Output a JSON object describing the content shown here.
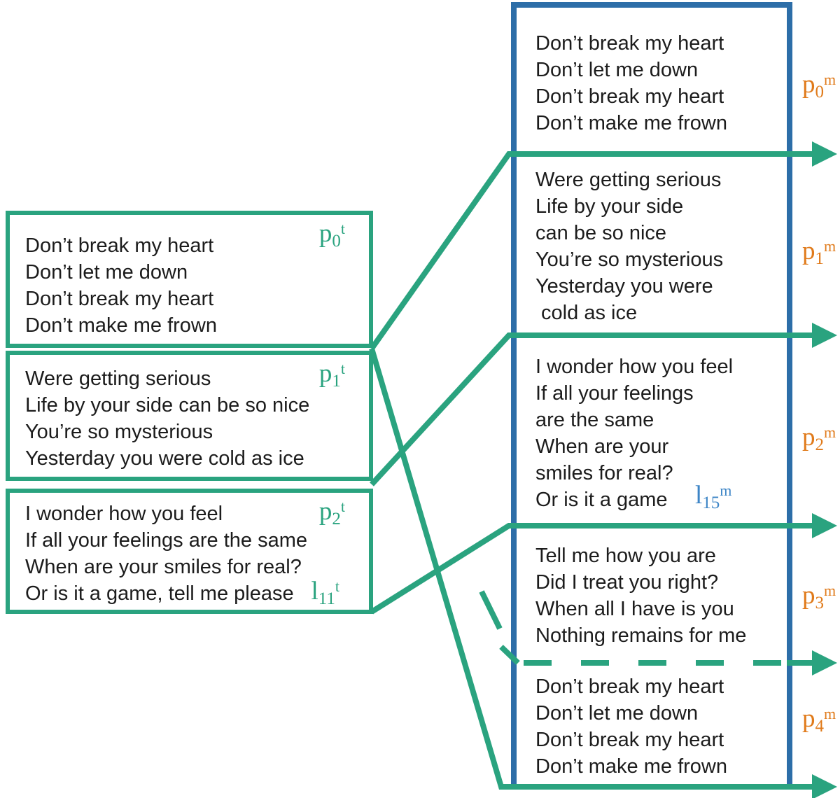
{
  "colors": {
    "connector_green": "#2aa37f",
    "music_box_blue": "#2d6ea8",
    "music_label_orange": "#e07a1a",
    "line_label_blue": "#3d85c6",
    "lyric_text": "#1c1c1c"
  },
  "source_text": {
    "paragraphs": [
      {
        "label": {
          "base": "p",
          "sub": "0",
          "sup": "t"
        },
        "lines": [
          "Don’t break my heart",
          "Don’t let me down",
          "Don’t break my heart",
          "Don’t make me frown"
        ]
      },
      {
        "label": {
          "base": "p",
          "sub": "1",
          "sup": "t"
        },
        "lines": [
          "Were getting serious",
          "Life by your side can be so nice",
          "You’re so mysterious",
          "Yesterday you were cold as ice"
        ]
      },
      {
        "label": {
          "base": "p",
          "sub": "2",
          "sup": "t"
        },
        "line_label": {
          "base": "l",
          "sub": "11",
          "sup": "t"
        },
        "lines": [
          "I wonder how you feel",
          "If all your feelings are the same",
          "When are your smiles for real?",
          "Or is it a game, tell me please"
        ]
      }
    ]
  },
  "music_text": {
    "paragraphs": [
      {
        "label": {
          "base": "p",
          "sub": "0",
          "sup": "m"
        },
        "lines": [
          "Don’t break my heart",
          "Don’t let me down",
          "Don’t break my heart",
          "Don’t make me frown"
        ]
      },
      {
        "label": {
          "base": "p",
          "sub": "1",
          "sup": "m"
        },
        "lines": [
          "Were getting serious",
          "Life by your side",
          "can be so nice",
          "You’re so mysterious",
          "Yesterday you were",
          " cold as ice"
        ]
      },
      {
        "label": {
          "base": "p",
          "sub": "2",
          "sup": "m"
        },
        "line_label": {
          "base": "l",
          "sub": "15",
          "sup": "m"
        },
        "lines": [
          "I wonder how you feel",
          "If all your feelings",
          "are the same",
          "When are your",
          "smiles for real?",
          "Or is it a game"
        ]
      },
      {
        "label": {
          "base": "p",
          "sub": "3",
          "sup": "m"
        },
        "lines": [
          "Tell me how you are",
          "Did I treat you right?",
          "When all I have is you",
          "Nothing remains for me"
        ]
      },
      {
        "label": {
          "base": "p",
          "sub": "4",
          "sup": "m"
        },
        "lines": [
          "Don’t break my heart",
          "Don’t let me down",
          "Don’t break my heart",
          "Don’t make me frown"
        ]
      }
    ]
  },
  "alignments": [
    {
      "from": "boundary p0t|p1t",
      "to": "boundary p0m|p1m",
      "style": "solid"
    },
    {
      "from": "boundary p1t|p2t",
      "to": "boundary p1m|p2m",
      "style": "solid"
    },
    {
      "from": "bottom of p2t",
      "to": "boundary p2m|p3m",
      "style": "solid"
    },
    {
      "from": "inferred",
      "to": "boundary p3m|p4m",
      "style": "dashed"
    },
    {
      "from": "boundary p0t|p1t",
      "to": "bottom of p4m",
      "style": "solid"
    }
  ]
}
